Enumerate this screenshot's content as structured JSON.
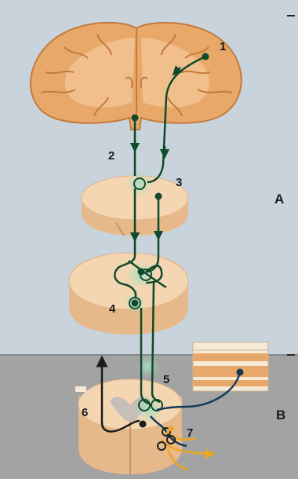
{
  "colors": {
    "upper_background": "#c9d3dc",
    "lower_background": "#a3a3a3",
    "cortex": "#e8a86a",
    "white_matter": "#f2c391",
    "slice": "#f4d6b3",
    "pathway": "#0f4a2a",
    "afferent": "#123a55",
    "sensory_input": "#f0a61c"
  },
  "labels": {
    "n1": "1",
    "n2": "2",
    "n3": "3",
    "n4": "4",
    "n5": "5",
    "n6": "6",
    "n7": "7",
    "section_a": "A",
    "section_b": "B"
  }
}
